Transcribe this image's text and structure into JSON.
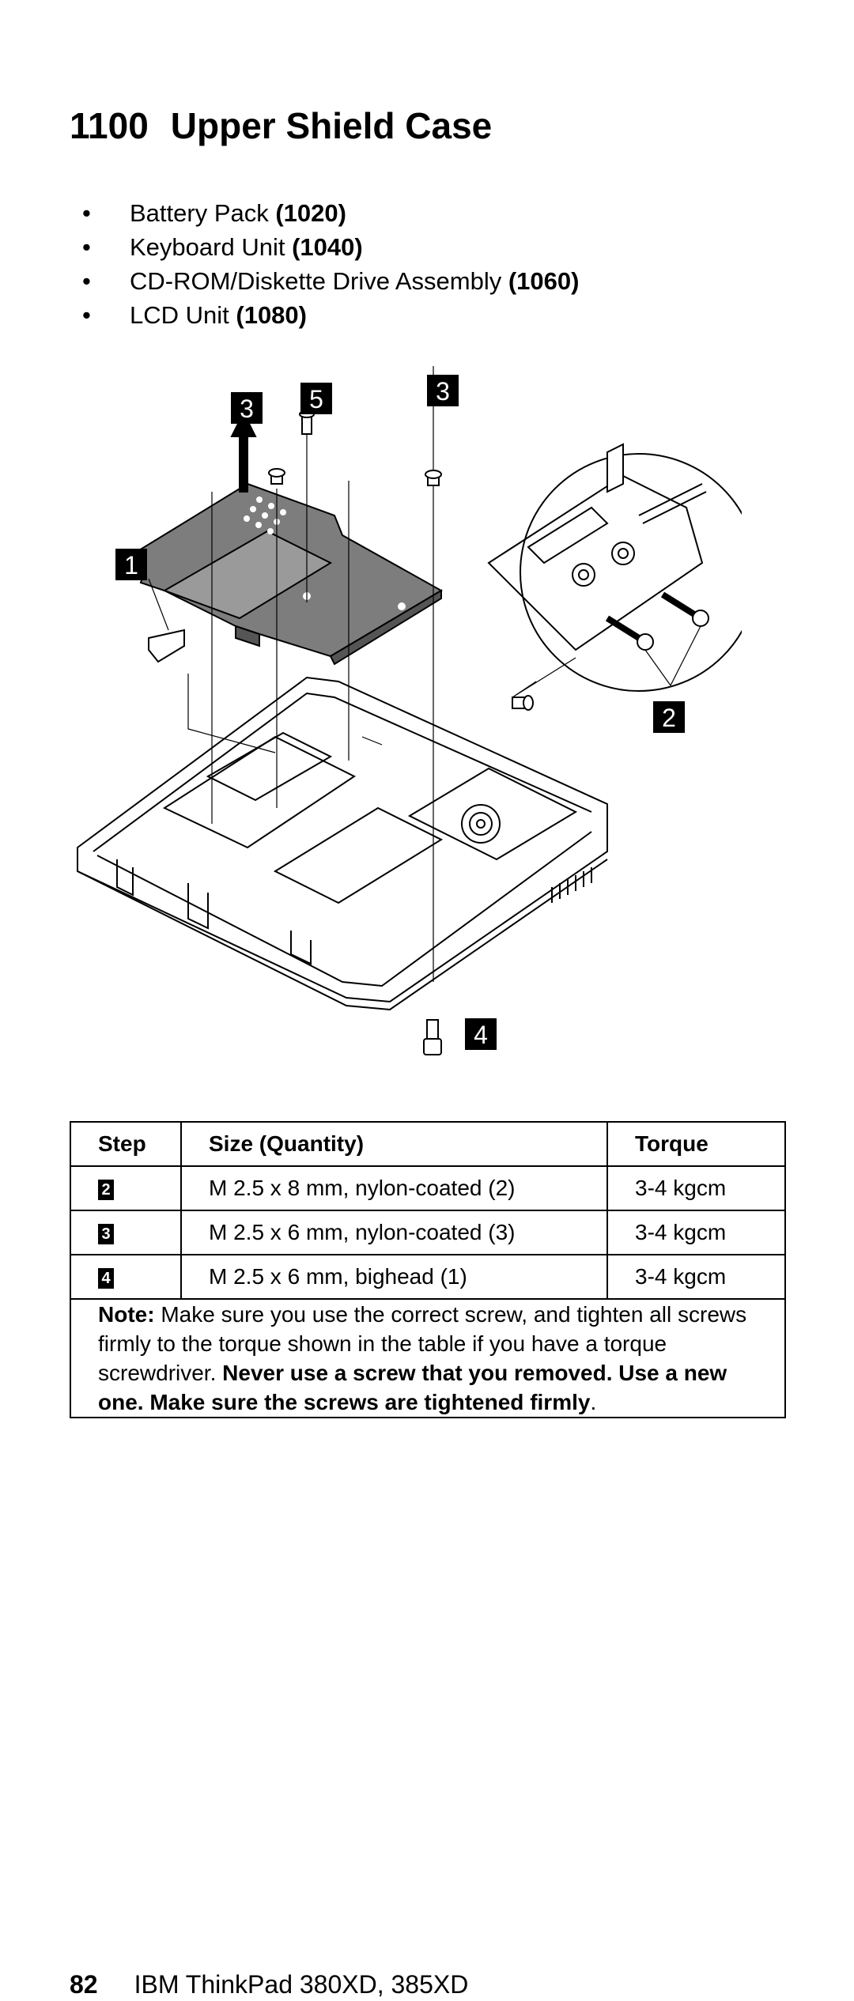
{
  "heading": {
    "number": "1100",
    "title": "Upper Shield Case"
  },
  "prerequisites": [
    {
      "bullet": "•",
      "text": "Battery Pack ",
      "ref": "(1020)"
    },
    {
      "bullet": "•",
      "text": "Keyboard Unit ",
      "ref": "(1040)"
    },
    {
      "bullet": "•",
      "text": "CD-ROM/Diskette Drive Assembly ",
      "ref": "(1060)"
    },
    {
      "bullet": "•",
      "text": "LCD Unit ",
      "ref": "(1080)"
    }
  ],
  "figure": {
    "callouts": [
      "3",
      "5",
      "3",
      "1",
      "2",
      "4"
    ]
  },
  "screw_table": {
    "headers": [
      "Step",
      "Size (Quantity)",
      "Torque"
    ],
    "rows": [
      {
        "step": "2",
        "size": "M 2.5 x 8 mm, nylon-coated (2)",
        "torque": "3-4 kgcm"
      },
      {
        "step": "3",
        "size": "M 2.5 x 6 mm, nylon-coated (3)",
        "torque": "3-4 kgcm"
      },
      {
        "step": "4",
        "size": "M 2.5 x 6 mm, bighead (1)",
        "torque": "3-4 kgcm"
      }
    ],
    "note": {
      "label": "Note:",
      "text": " Make sure you use the correct screw, and tighten all screws firmly to the torque shown in the table if you have a torque screwdriver. ",
      "bold": "Never use a screw that you removed. Use a new one. Make sure the screws are tightened firmly",
      "end": "."
    }
  },
  "footer": {
    "page": "82",
    "text": "IBM ThinkPad 380XD, 385XD"
  }
}
